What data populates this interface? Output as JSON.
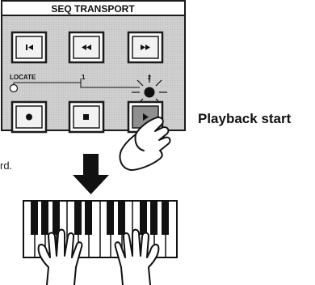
{
  "panel": {
    "title": "SEQ TRANSPORT",
    "locate_label": "LOCATE",
    "locate_marks": [
      "1",
      "2"
    ]
  },
  "buttons": [
    {
      "id": "top",
      "icon": "skip-to-top-icon"
    },
    {
      "id": "rewind",
      "icon": "rewind-icon"
    },
    {
      "id": "fast-forward",
      "icon": "fast-forward-icon"
    },
    {
      "id": "record",
      "icon": "record-icon"
    },
    {
      "id": "stop",
      "icon": "stop-icon"
    },
    {
      "id": "play",
      "icon": "play-icon",
      "pressed": true
    }
  ],
  "annotation": "Playback start",
  "partial_text": "rd.",
  "colors": {
    "panel": "#c9c9c9",
    "panel_border": "#1a1a1a",
    "button_face": "#f2f2f2",
    "pressed_button": "#8f8f8f",
    "led": "#111111"
  }
}
